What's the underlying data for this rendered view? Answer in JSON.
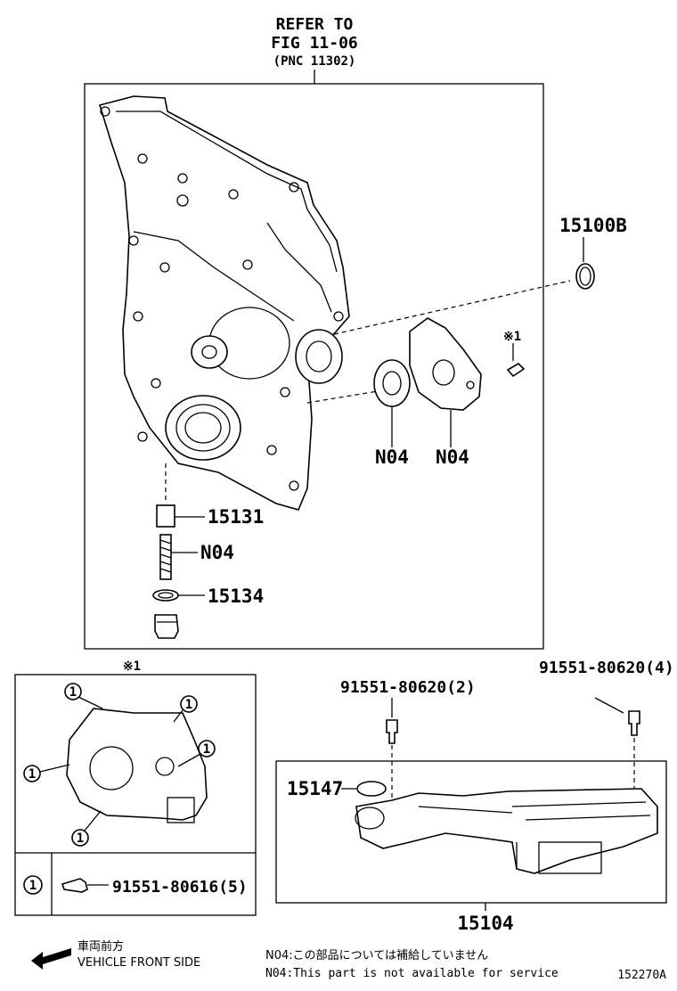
{
  "refer": {
    "line1": "REFER TO",
    "line2": "FIG 11-06",
    "line3": "(PNC 11302)"
  },
  "callouts": {
    "oring_top": "15100B",
    "bolt_mark": "※1",
    "rotor": "N04",
    "cover": "N04",
    "valve": "15131",
    "spring": "N04",
    "gasket": "15134"
  },
  "detail_box": {
    "title": "※1",
    "circle_marker": "1",
    "legend_part": "91551-80616(5)"
  },
  "strainer_box": {
    "bolt_left": "91551-80620(2)",
    "bolt_right": "91551-80620(4)",
    "oring": "15147",
    "assembly": "15104"
  },
  "footer": {
    "front_jp": "車両前方",
    "front_en": "VEHICLE FRONT SIDE",
    "note_jp": "N04:この部品については補給していません",
    "note_en": "N04:This part is not available for service",
    "figure_id": "152270A"
  }
}
